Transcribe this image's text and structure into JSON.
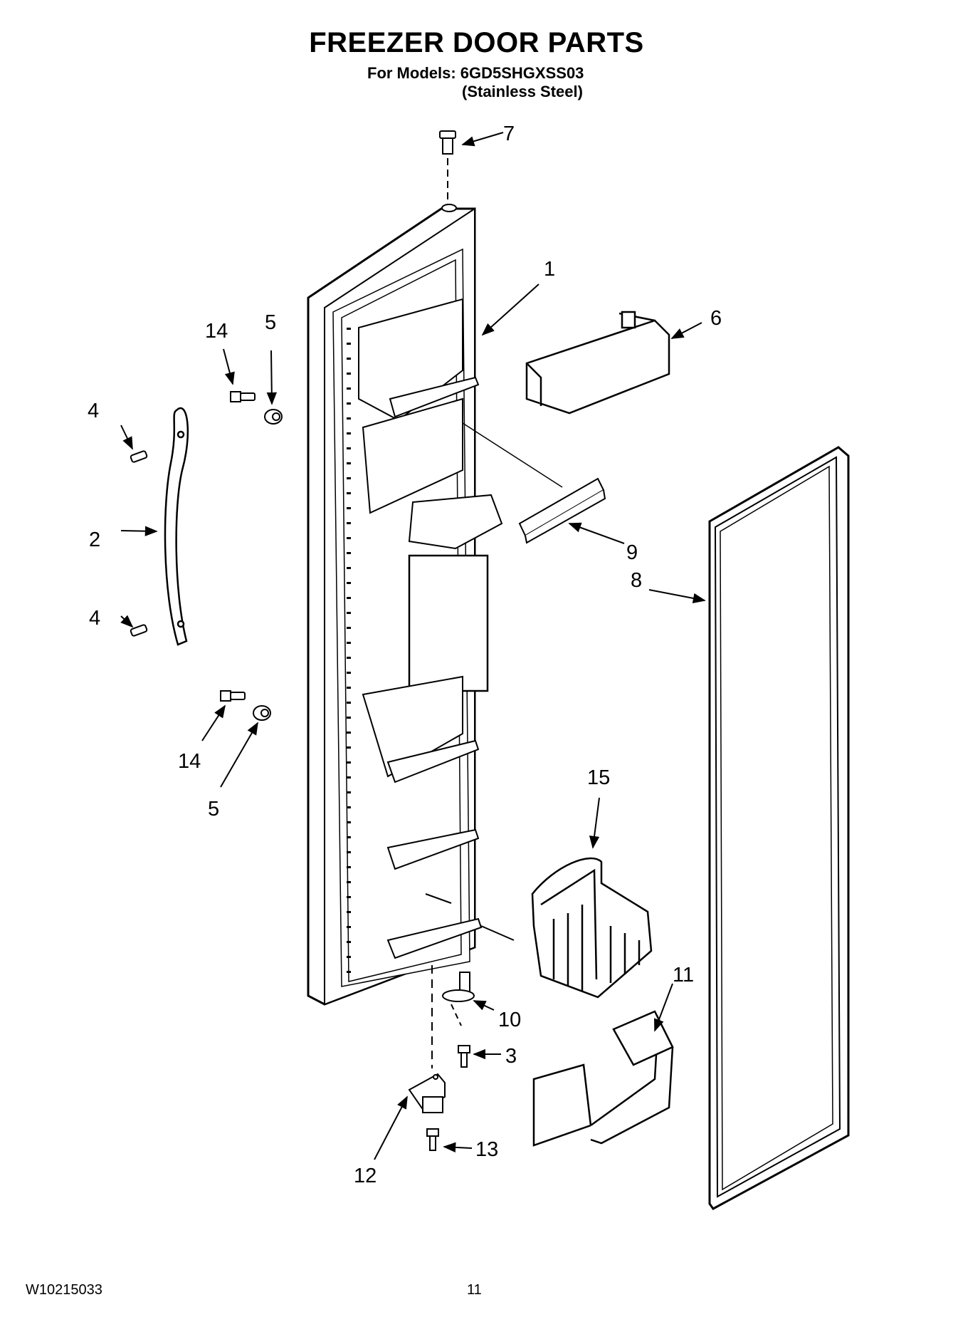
{
  "header": {
    "title": "FREEZER DOOR PARTS",
    "models_line": "For Models: 6GD5SHGXSS03",
    "finish_line": "(Stainless Steel)"
  },
  "callouts": [
    {
      "key": "c1",
      "label": "1"
    },
    {
      "key": "c2",
      "label": "2"
    },
    {
      "key": "c3",
      "label": "3"
    },
    {
      "key": "c4a",
      "label": "4"
    },
    {
      "key": "c4b",
      "label": "4"
    },
    {
      "key": "c5a",
      "label": "5"
    },
    {
      "key": "c5b",
      "label": "5"
    },
    {
      "key": "c6",
      "label": "6"
    },
    {
      "key": "c7",
      "label": "7"
    },
    {
      "key": "c8",
      "label": "8"
    },
    {
      "key": "c9",
      "label": "9"
    },
    {
      "key": "c10",
      "label": "10"
    },
    {
      "key": "c11",
      "label": "11"
    },
    {
      "key": "c12",
      "label": "12"
    },
    {
      "key": "c13",
      "label": "13"
    },
    {
      "key": "c14a",
      "label": "14"
    },
    {
      "key": "c14b",
      "label": "14"
    },
    {
      "key": "c15",
      "label": "15"
    }
  ],
  "footer": {
    "doc_number": "W10215033",
    "page_number": "11"
  }
}
